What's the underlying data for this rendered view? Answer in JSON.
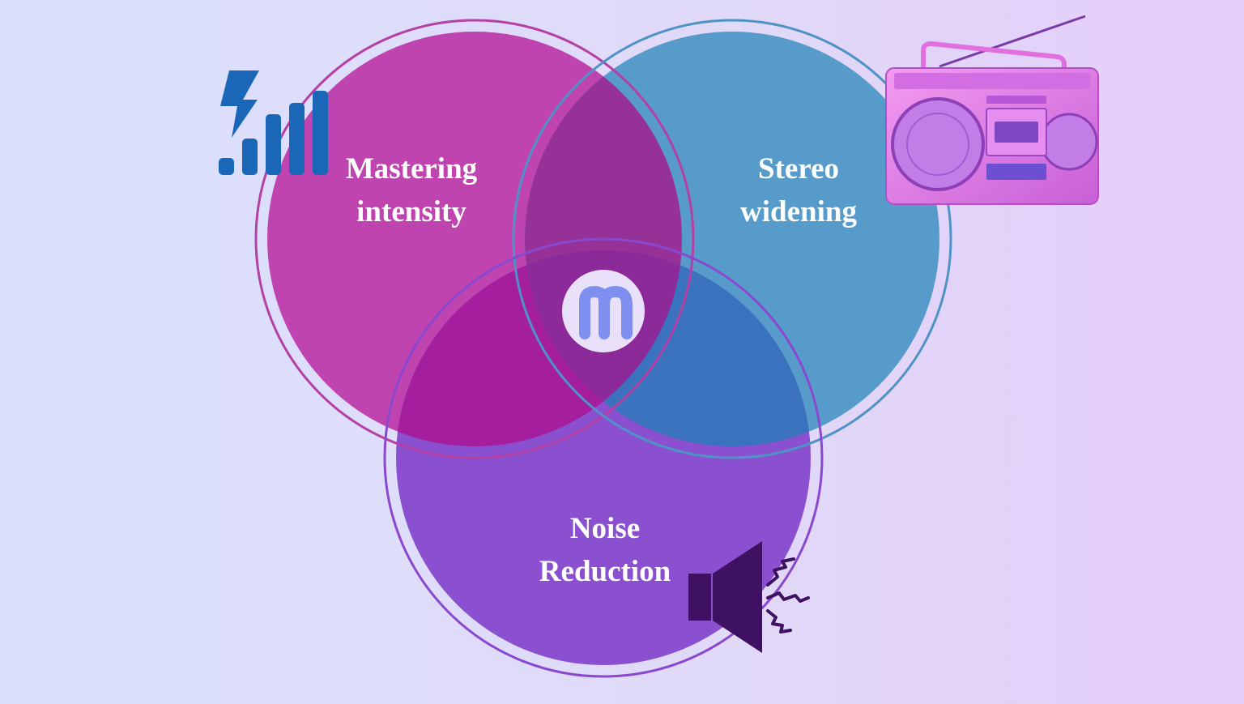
{
  "diagram": {
    "type": "venn",
    "sets": [
      {
        "id": "mastering",
        "label_line1": "Mastering",
        "label_line2": "intensity",
        "fill": "#bf44b0",
        "ring": "#b440a6",
        "icon": "signal-bolt-icon"
      },
      {
        "id": "stereo",
        "label_line1": "Stereo",
        "label_line2": "widening",
        "fill": "#579bcb",
        "ring": "#4f93c6",
        "icon": "boombox-icon"
      },
      {
        "id": "noise",
        "label_line1": "Noise",
        "label_line2": "Reduction",
        "fill": "#8a50d0",
        "ring": "#8a48cf",
        "icon": "speaker-crackle-icon"
      }
    ],
    "intersections": {
      "mastering_stereo": "#963198",
      "mastering_noise": "#a41e9e",
      "stereo_noise": "#3a72be",
      "center": "#8d2a99"
    },
    "center_logo": {
      "icon": "brand-m-logo-icon",
      "bg": "#e9e1fa",
      "color": "#7f8ff0"
    }
  },
  "colors": {
    "signal_icon": "#1a67b8",
    "speaker_icon": "#3f1163",
    "boombox_body": "#f07be8"
  }
}
